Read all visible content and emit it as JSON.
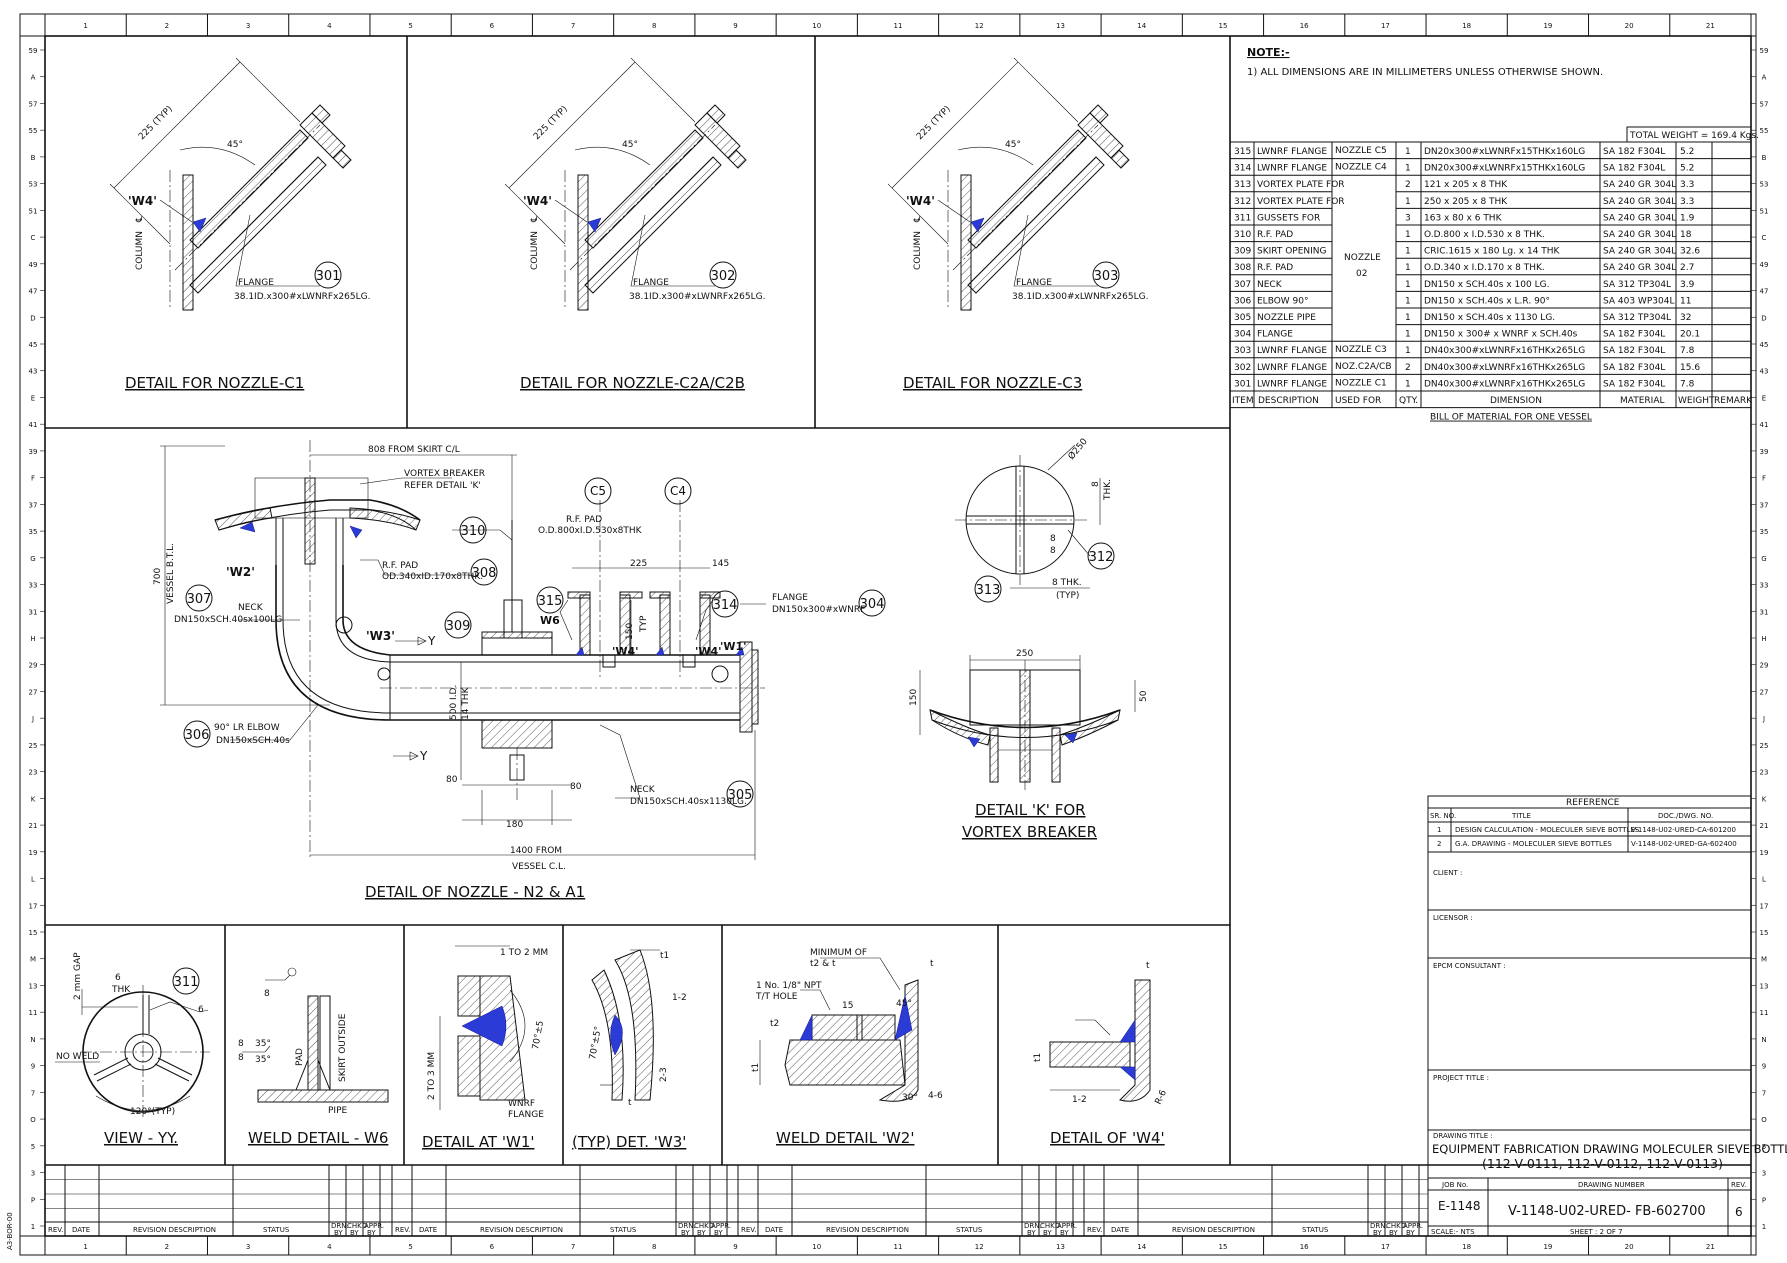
{
  "grid": {
    "cols": [
      "1",
      "2",
      "3",
      "4",
      "5",
      "6",
      "7",
      "8",
      "9",
      "10",
      "11",
      "12",
      "13",
      "14",
      "15",
      "16",
      "17",
      "18",
      "19",
      "20",
      "21"
    ],
    "rows_left": [
      "59",
      "A",
      "57",
      "55",
      "B",
      "53",
      "51",
      "C",
      "49",
      "47",
      "D",
      "45",
      "43",
      "E",
      "41",
      "39",
      "F",
      "37",
      "35",
      "G",
      "33",
      "31",
      "H",
      "29",
      "27",
      "J",
      "25",
      "23",
      "K",
      "21",
      "19",
      "L",
      "17",
      "15",
      "M",
      "13",
      "11",
      "N",
      "9",
      "7",
      "O",
      "5",
      "3",
      "P",
      "1"
    ],
    "rows_right": [
      "59",
      "A",
      "57",
      "55",
      "B",
      "53",
      "51",
      "C",
      "49",
      "47",
      "D",
      "45",
      "43",
      "E",
      "41",
      "39",
      "F",
      "37",
      "35",
      "G",
      "33",
      "31",
      "H",
      "29",
      "27",
      "J",
      "25",
      "23",
      "K",
      "21",
      "19",
      "L",
      "17",
      "15",
      "M",
      "13",
      "11",
      "N",
      "9",
      "7",
      "O",
      "5",
      "3",
      "P",
      "1"
    ]
  },
  "side_code": "A3-BOR-00",
  "details_top": [
    {
      "title": "DETAIL FOR NOZZLE-C1",
      "typ": "225 (TYP)",
      "angle": "45°",
      "weld": "'W4'",
      "column": "COLUMN",
      "cl": "℄",
      "flange_label": "FLANGE",
      "flange_spec": "38.1ID.x300#xLWNRFx265LG.",
      "item": "301"
    },
    {
      "title": "DETAIL FOR NOZZLE-C2A/C2B",
      "typ": "225 (TYP)",
      "angle": "45°",
      "weld": "'W4'",
      "column": "COLUMN",
      "cl": "℄",
      "flange_label": "FLANGE",
      "flange_spec": "38.1ID.x300#xLWNRFx265LG.",
      "item": "302"
    },
    {
      "title": "DETAIL FOR NOZZLE-C3",
      "typ": "225 (TYP)",
      "angle": "45°",
      "weld": "'W4'",
      "column": "COLUMN",
      "cl": "℄",
      "flange_label": "FLANGE",
      "flange_spec": "38.1ID.x300#xLWNRFx265LG.",
      "item": "303"
    }
  ],
  "notes": {
    "heading": "NOTE:-",
    "line1": "1) ALL DIMENSIONS ARE IN MILLIMETERS UNLESS OTHERWISE SHOWN."
  },
  "bom": {
    "total_weight": "TOTAL WEIGHT = 169.4 Kgs.",
    "rows": [
      {
        "item": "315",
        "desc": "LWNRF FLANGE",
        "used": "NOZZLE C5",
        "qty": "1",
        "dim": "DN20x300#xLWNRFx15THKx160LG",
        "mat": "SA 182 F304L",
        "wt": "5.2"
      },
      {
        "item": "314",
        "desc": "LWNRF FLANGE",
        "used": "NOZZLE C4",
        "qty": "1",
        "dim": "DN20x300#xLWNRFx15THKx160LG",
        "mat": "SA 182 F304L",
        "wt": "5.2"
      },
      {
        "item": "313",
        "desc": "VORTEX PLATE FOR",
        "used": "",
        "qty": "2",
        "dim": "121 x 205 x 8 THK",
        "mat": "SA 240 GR 304L",
        "wt": "3.3"
      },
      {
        "item": "312",
        "desc": "VORTEX PLATE FOR",
        "used": "",
        "qty": "1",
        "dim": "250 x 205 x 8 THK",
        "mat": "SA 240 GR 304L",
        "wt": "3.3"
      },
      {
        "item": "311",
        "desc": "GUSSETS   FOR",
        "used": "",
        "qty": "3",
        "dim": "163 x 80 x 6 THK",
        "mat": "SA 240 GR 304L",
        "wt": "1.9"
      },
      {
        "item": "310",
        "desc": "R.F. PAD",
        "used": "",
        "qty": "1",
        "dim": "O.D.800 x I.D.530 x 8 THK.",
        "mat": "SA 240 GR 304L",
        "wt": "18"
      },
      {
        "item": "309",
        "desc": "SKIRT OPENING",
        "used": "",
        "qty": "1",
        "dim": "CRIC.1615 x 180 Lg. x 14 THK",
        "mat": "SA 240 GR 304L",
        "wt": "32.6"
      },
      {
        "item": "308",
        "desc": "R.F. PAD",
        "used": "",
        "qty": "1",
        "dim": "O.D.340 x I.D.170 x 8 THK.",
        "mat": "SA 240 GR 304L",
        "wt": "2.7"
      },
      {
        "item": "307",
        "desc": "NECK",
        "used": "",
        "qty": "1",
        "dim": "DN150 x SCH.40s x 100 LG.",
        "mat": "SA 312 TP304L",
        "wt": "3.9"
      },
      {
        "item": "306",
        "desc": "ELBOW 90°",
        "used": "",
        "qty": "1",
        "dim": "DN150 x SCH.40s x L.R. 90°",
        "mat": "SA 403 WP304L",
        "wt": "11"
      },
      {
        "item": "305",
        "desc": "NOZZLE PIPE",
        "used": "",
        "qty": "1",
        "dim": "DN150 x SCH.40s x 1130 LG.",
        "mat": "SA 312 TP304L",
        "wt": "32"
      },
      {
        "item": "304",
        "desc": "FLANGE",
        "used": "",
        "qty": "1",
        "dim": "DN150 x 300# x WNRF x SCH.40s",
        "mat": "SA 182 F304L",
        "wt": "20.1"
      },
      {
        "item": "303",
        "desc": "LWNRF FLANGE",
        "used": "NOZZLE C3",
        "qty": "1",
        "dim": "DN40x300#xLWNRFx16THKx265LG",
        "mat": "SA 182 F304L",
        "wt": "7.8"
      },
      {
        "item": "302",
        "desc": "LWNRF FLANGE",
        "used": "NOZ.C2A/CB",
        "qty": "2",
        "dim": "DN40x300#xLWNRFx16THKx265LG",
        "mat": "SA 182 F304L",
        "wt": "15.6"
      },
      {
        "item": "301",
        "desc": "LWNRF FLANGE",
        "used": "NOZZLE C1",
        "qty": "1",
        "dim": "DN40x300#xLWNRFx16THKx265LG",
        "mat": "SA 182 F304L",
        "wt": "7.8"
      }
    ],
    "merged_used_line1": "NOZZLE",
    "merged_used_line2": "02",
    "header": {
      "item": "ITEM",
      "desc": "DESCRIPTION",
      "used": "USED FOR",
      "qty": "QTY.",
      "dim": "DIMENSION",
      "mat": "MATERIAL",
      "wt": "WEIGHT",
      "remark": "REMARK"
    },
    "caption": "BILL OF MATERIAL FOR ONE VESSEL"
  },
  "main_detail": {
    "title": "DETAIL OF NOZZLE - N2 & A1",
    "from_skirt": "808 FROM SKIRT C/L",
    "vortex_breaker": "VORTEX BREAKER",
    "refer_detail": "REFER DETAIL 'K'",
    "rf_pad_label": "R.F. PAD",
    "rf_pad_spec_310": "O.D.800xI.D.530x8THK",
    "rf_pad_spec_308": "OD.340xID.170x8THK.",
    "vessel_btl": "VESSEL B.T.L.",
    "dim_700": "700",
    "neck_label": "NECK",
    "neck_spec_307": "DN150xSCH.40sx100LG",
    "elbow_label": "90° LR ELBOW",
    "elbow_spec": "DN150xSCH.40s",
    "neck_spec_305": "DN150xSCH.40sx1130LG.",
    "flange_label": "FLANGE",
    "flange_spec": "DN150x300#xWNRF",
    "dim_225": "225",
    "dim_145": "145",
    "dim_150": "150",
    "typ": "TYP",
    "dim_500id": "500 I.D.",
    "dim_14thk": "14 THK",
    "dim_80a": "80",
    "dim_80b": "80",
    "dim_180": "180",
    "dim_1400": "1400   FROM",
    "vessel_cl": "VESSEL C.L.",
    "w1": "'W1'",
    "w2": "'W2'",
    "w3": "'W3'",
    "w4a": "'W4'",
    "w4b": "'W4'",
    "w6": "W6",
    "y1": "Y",
    "y2": "Y",
    "c5": "C5",
    "c4": "C4",
    "items": [
      "310",
      "308",
      "307",
      "309",
      "315",
      "314",
      "304",
      "306",
      "305"
    ]
  },
  "vortex_plate": {
    "dia": "Ø250",
    "thk8": "8",
    "thk_label": "THK.",
    "eight1": "8",
    "eight2": "8",
    "thk8b": "8 THK.",
    "typ": "(TYP)",
    "item312": "312",
    "item313": "313"
  },
  "detail_k": {
    "dim_250": "250",
    "dim_150": "150",
    "dim_50": "50",
    "title1": "DETAIL 'K' FOR",
    "title2": "VORTEX BREAKER"
  },
  "bottom_details": [
    {
      "title": "VIEW - YY.",
      "gap": "2 mm GAP",
      "six": "6",
      "thk": "THK",
      "item": "311",
      "weld6": "6",
      "no_weld": "NO WELD",
      "angle": "120°(TYP)"
    },
    {
      "title": "WELD DETAIL - W6",
      "eight1": "8",
      "eight2": "8",
      "eight3": "8",
      "a1": "35°",
      "a2": "35°",
      "pad": "PAD",
      "skirt": "SKIRT OUTSIDE",
      "pipe": "PIPE"
    },
    {
      "title": "DETAIL AT 'W1'",
      "gap": "1 TO 2 MM",
      "root": "2 TO 3 MM",
      "angle": "70°±5",
      "wnrf": "WNRF",
      "flange": "FLANGE"
    },
    {
      "title": "(TYP) DET. 'W3'",
      "t1": "t1",
      "a": "70°±5°",
      "r1": "1-2",
      "r2": "2-3",
      "t": "t"
    },
    {
      "title": "WELD DETAIL 'W2'",
      "min": "MINIMUM OF",
      "t2t": "t2 & t",
      "npt": "1 No. 1/8\" NPT",
      "tt": "T/T HOLE",
      "d15": "15",
      "a45": "45°",
      "a30": "30°",
      "t2": "t2",
      "t1": "t1",
      "t": "t",
      "r": "4-6"
    },
    {
      "title": "DETAIL OF 'W4'",
      "t": "t",
      "t1": "t1",
      "r": "1-2",
      "rr": "R-6"
    }
  ],
  "reference": {
    "title": "REFERENCE",
    "h_sr": "SR. NO.",
    "h_title": "TITLE",
    "h_doc": "DOC./DWG. NO.",
    "rows": [
      {
        "sr": "1",
        "title": "DESIGN CALCULATION - MOLECULER SIEVE BOTTLES",
        "doc": "V-1148-U02-URED-CA-601200"
      },
      {
        "sr": "2",
        "title": "G.A. DRAWING - MOLECULER SIEVE BOTTLES",
        "doc": "V-1148-U02-URED-GA-602400"
      }
    ]
  },
  "title_block": {
    "client": "CLIENT :",
    "licensor": "LICENSOR :",
    "epcm": "EPCM CONSULTANT :",
    "project": "PROJECT TITLE :",
    "drawing_title_label": "DRAWING TITLE :",
    "drawing_title1": "EQUIPMENT FABRICATION DRAWING MOLECULER SIEVE BOTTLES",
    "drawing_title2": "(112-V-0111, 112-V-0112, 112-V-0113)",
    "job_label": "JOB No.",
    "job": "E-1148",
    "dwg_label": "DRAWING NUMBER",
    "dwg": "V-1148-U02-URED- FB-602700",
    "rev_label": "REV.",
    "rev": "6",
    "scale": "SCALE:-  NTS",
    "sheet": "SHEET : 2 OF 7"
  },
  "revision": {
    "rev": "REV.",
    "date": "DATE",
    "desc": "REVISION DESCRIPTION",
    "status": "STATUS",
    "drn": "DRN.",
    "chkd": "CHKD.",
    "appr": "APPR.",
    "by": "BY"
  }
}
